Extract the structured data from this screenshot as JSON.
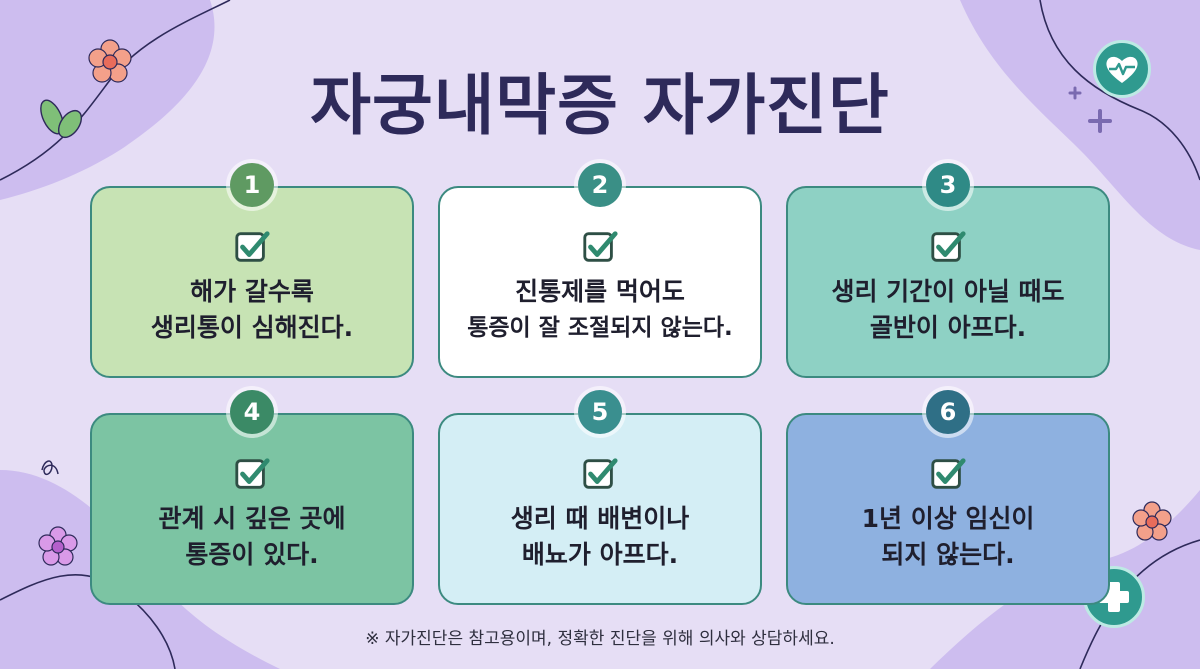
{
  "title": "자궁내막증 자가진단",
  "cards": [
    {
      "number": "1",
      "line1": "해가 갈수록",
      "line2": "생리통이 심해진다.",
      "bg": "#c7e3b4",
      "badge_color": "#5f9a62"
    },
    {
      "number": "2",
      "line1": "진통제를 먹어도",
      "line2": "통증이 잘 조절되지 않는다.",
      "bg": "#ffffff",
      "badge_color": "#3a8f86"
    },
    {
      "number": "3",
      "line1": "생리 기간이 아닐 때도",
      "line2": "골반이 아프다.",
      "bg": "#8ed1c4",
      "badge_color": "#2f8a86"
    },
    {
      "number": "4",
      "line1": "관계 시 깊은 곳에",
      "line2": "통증이 있다.",
      "bg": "#7cc4a3",
      "badge_color": "#3b8a66"
    },
    {
      "number": "5",
      "line1": "생리 때 배변이나",
      "line2": "배뇨가 아프다.",
      "bg": "#d4eef5",
      "badge_color": "#3a8f8f"
    },
    {
      "number": "6",
      "line1": "1년 이상 임신이",
      "line2": "되지 않는다.",
      "bg": "#8eb1e0",
      "badge_color": "#2f6f86"
    }
  ],
  "footer": "※ 자가진단은 참고용이며, 정확한 진단을 위해 의사와 상담하세요.",
  "icons": {
    "heart": "heart-pulse-icon",
    "cross": "medical-cross-icon",
    "check": "checkbox-check-icon",
    "flower": "flower-icon"
  },
  "colors": {
    "background": "#e6def5",
    "title": "#2e2a5a",
    "accent_teal": "#2f9a8f",
    "blob_purple": "#c7b6ec",
    "flower_pink": "#f3a08a",
    "flower_purple": "#c78de0"
  }
}
